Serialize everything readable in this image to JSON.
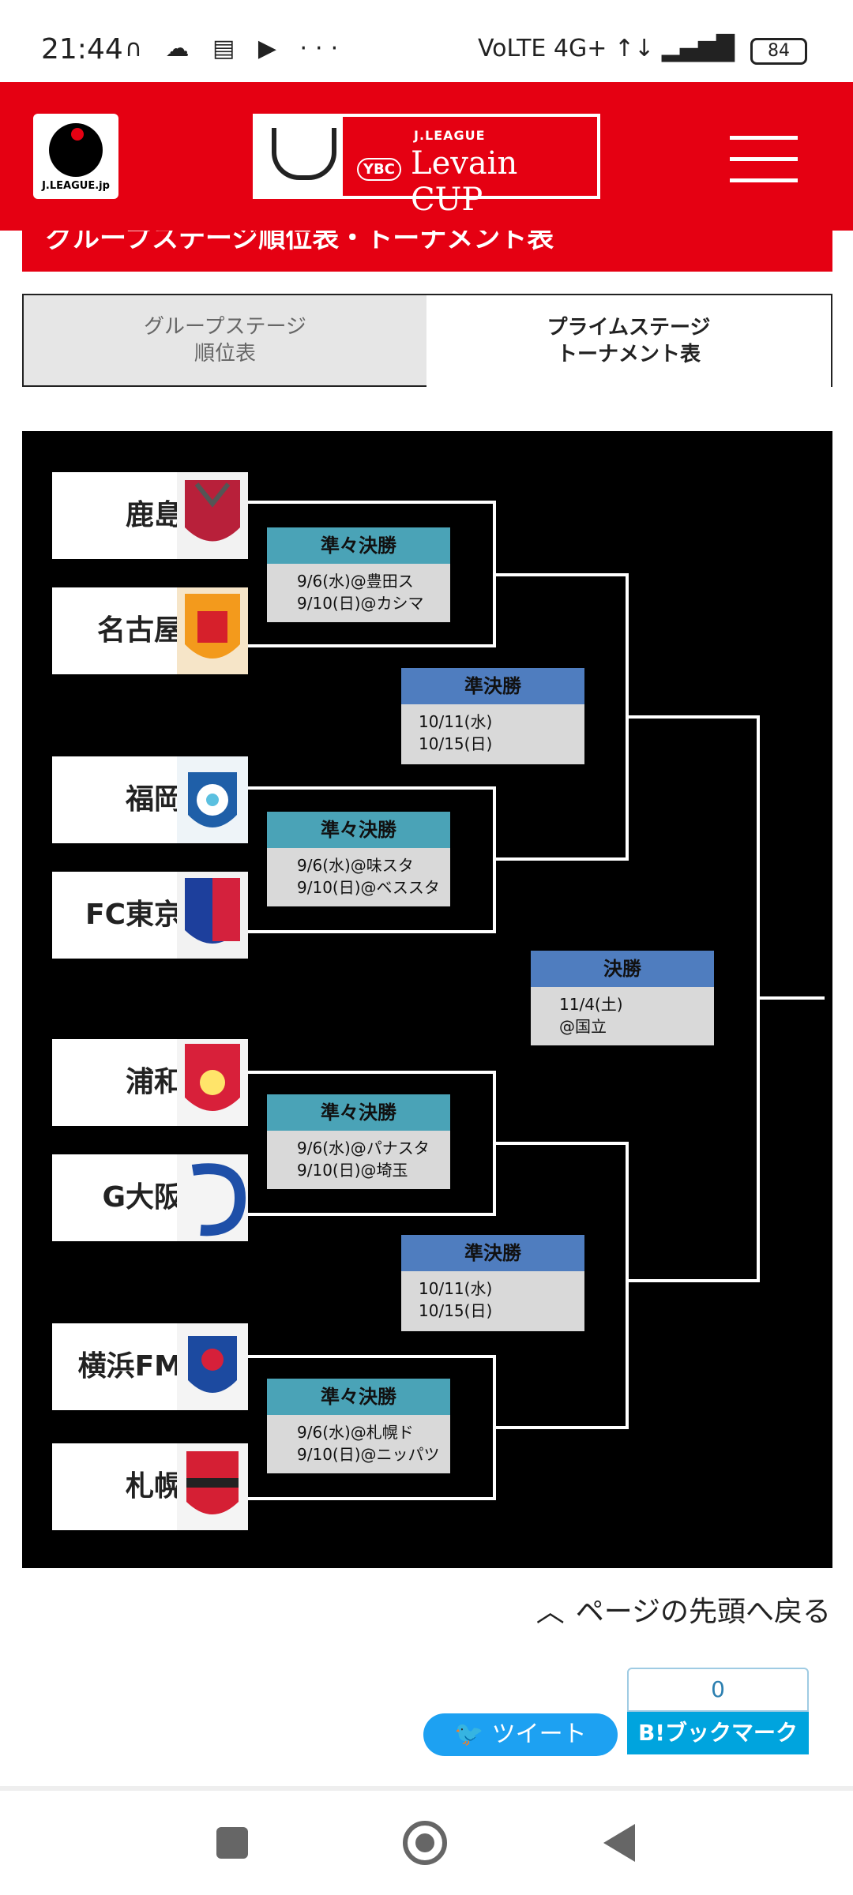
{
  "status_bar": {
    "time": "21:44",
    "left_icons": [
      "headphones-icon",
      "cloud-icon",
      "calendar-icon",
      "youtube-icon",
      "more-icon"
    ],
    "left_icons_text": "∩ ☁ ▤ ▶ ···",
    "network": "VoLTE 4G+ ↑↓ ▂▄▆█",
    "battery": "84"
  },
  "header": {
    "jleague_logo_text": "J.LEAGUE.jp",
    "cup_small_text": "J.LEAGUE",
    "cup_ybc": "YBC",
    "cup_name": "Levain CUP",
    "banner_text": "グループステージ順位表・トーナメント表"
  },
  "tabs": [
    {
      "line1": "グループステージ",
      "line2": "順位表",
      "active": false
    },
    {
      "line1": "プライムステージ",
      "line2": "トーナメント表",
      "active": true
    }
  ],
  "bracket": {
    "teams": [
      "鹿島",
      "名古屋",
      "福岡",
      "FC東京",
      "浦和",
      "G大阪",
      "横浜FM",
      "札幌"
    ],
    "quarterfinals": [
      {
        "title": "準々決勝",
        "line1": "9/6(水)@豊田ス",
        "line2": "9/10(日)@カシマ"
      },
      {
        "title": "準々決勝",
        "line1": "9/6(水)@味スタ",
        "line2": "9/10(日)@ベススタ"
      },
      {
        "title": "準々決勝",
        "line1": "9/6(水)@パナスタ",
        "line2": "9/10(日)@埼玉"
      },
      {
        "title": "準々決勝",
        "line1": "9/6(水)@札幌ド",
        "line2": "9/10(日)@ニッパツ"
      }
    ],
    "semifinals": [
      {
        "title": "準決勝",
        "line1": "10/11(水)",
        "line2": "10/15(日)"
      },
      {
        "title": "準決勝",
        "line1": "10/11(水)",
        "line2": "10/15(日)"
      }
    ],
    "final": {
      "title": "決勝",
      "line1": "11/4(土)",
      "line2": "@国立"
    }
  },
  "footer": {
    "back_to_top": "ページの先頭へ戻る",
    "tweet": "ツイート",
    "bookmark_count": "0",
    "bookmark_label": "B!ブックマーク"
  },
  "colors": {
    "brand_red": "#e50012",
    "qf_header": "#4aa3b7",
    "sf_header": "#4f7dbf",
    "twitter_blue": "#1da1f2",
    "hatena_blue": "#00a4de"
  }
}
